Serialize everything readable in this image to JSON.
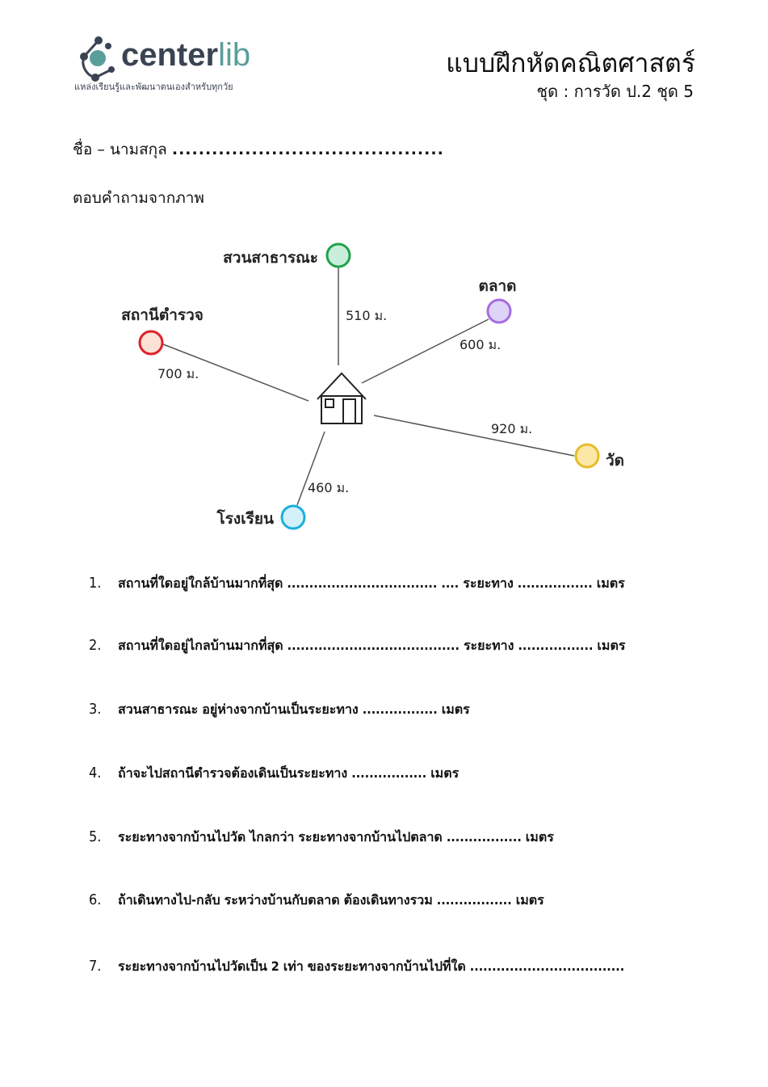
{
  "logo": {
    "brand_prefix": "center",
    "brand_suffix": "lib",
    "tagline": "แหล่งเรียนรู้และพัฒนาตนเองสำหรับทุกวัย",
    "colors": {
      "dark": "#3a4352",
      "teal": "#5a9e9a"
    }
  },
  "header": {
    "title": "แบบฝึกหัดคณิตศาสตร์",
    "subtitle": "ชุด : การวัด ป.2 ชุด 5"
  },
  "name_field": {
    "label": "ชื่อ – นามสกุล",
    "blank": "........................................."
  },
  "instruction": "ตอบคำถามจากภาพ",
  "diagram": {
    "center": "house-icon",
    "places": [
      {
        "id": "park",
        "name": "สวนสาธารณะ",
        "distance_label": "510 ม.",
        "distance_m": 510,
        "stroke": "#1fa34a",
        "fill": "#c9eedb"
      },
      {
        "id": "market",
        "name": "ตลาด",
        "distance_label": "600 ม.",
        "distance_m": 600,
        "stroke": "#a66ce0",
        "fill": "#ddd4f7"
      },
      {
        "id": "police",
        "name": "สถานีตำรวจ",
        "distance_label": "700 ม.",
        "distance_m": 700,
        "stroke": "#e0202a",
        "fill": "#fbe1d6"
      },
      {
        "id": "temple",
        "name": "วัด",
        "distance_label": "920 ม.",
        "distance_m": 920,
        "stroke": "#e8bb2a",
        "fill": "#fbe8a6"
      },
      {
        "id": "school",
        "name": "โรงเรียน",
        "distance_label": "460 ม.",
        "distance_m": 460,
        "stroke": "#1bb0dc",
        "fill": "#d2f1fb"
      }
    ]
  },
  "questions": [
    {
      "num": "1.",
      "text": "สถานที่ใดอยู่ใกล้บ้านมากที่สุด  .................................. .... ระยะทาง ................. เมตร"
    },
    {
      "num": "2.",
      "text": "สถานที่ใดอยู่ไกลบ้านมากที่สุด  ....................................... ระยะทาง ................. เมตร"
    },
    {
      "num": "3.",
      "text": "สวนสาธารณะ อยู่ห่างจากบ้านเป็นระยะทาง ................. เมตร"
    },
    {
      "num": "4.",
      "text": "ถ้าจะไปสถานีตำรวจต้องเดินเป็นระยะทาง ................. เมตร"
    },
    {
      "num": "5.",
      "text": "ระยะทางจากบ้านไปวัด ไกลกว่า ระยะทางจากบ้านไปตลาด ................. เมตร"
    },
    {
      "num": "6.",
      "text": "ถ้าเดินทางไป-กลับ ระหว่างบ้านกับตลาด ต้องเดินทางรวม ................. เมตร"
    },
    {
      "num": "7.",
      "text": "ระยะทางจากบ้านไปวัดเป็น 2 เท่า ของระยะทางจากบ้านไปที่ใด ..................................."
    }
  ]
}
